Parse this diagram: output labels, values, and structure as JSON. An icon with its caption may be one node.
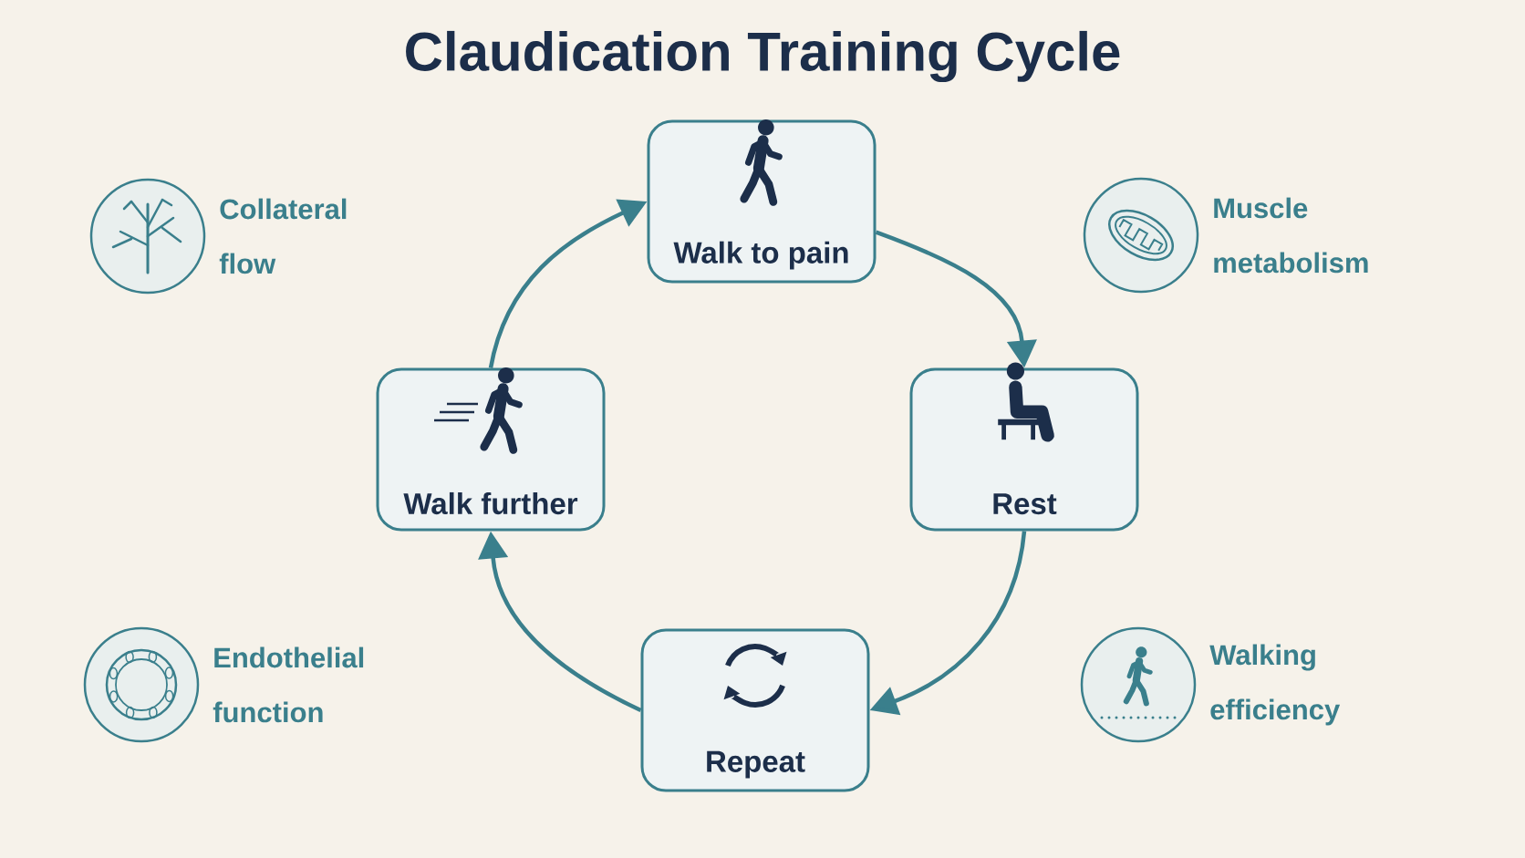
{
  "diagram": {
    "title": "Claudication Training Cycle",
    "nodes": [
      {
        "text": [
          "Walk to pain"
        ]
      },
      {
        "text": [
          "Rest"
        ]
      },
      {
        "text": [
          "Repeat"
        ]
      },
      {
        "text": [
          "Walk further"
        ]
      },
      {
        "text": [
          "Collateral flow"
        ]
      },
      {
        "text": [
          "Muscle metabolism"
        ]
      },
      {
        "text": [
          "Endothelial function"
        ]
      },
      {
        "text": [
          "Walking efficiency"
        ]
      }
    ],
    "edges": [
      {
        "from": 0,
        "to": 1,
        "arrow": "to"
      },
      {
        "from": 1,
        "to": 2,
        "arrow": "to"
      },
      {
        "from": 2,
        "to": 3,
        "arrow": "to"
      },
      {
        "from": 3,
        "to": 0,
        "arrow": "to"
      }
    ]
  }
}
